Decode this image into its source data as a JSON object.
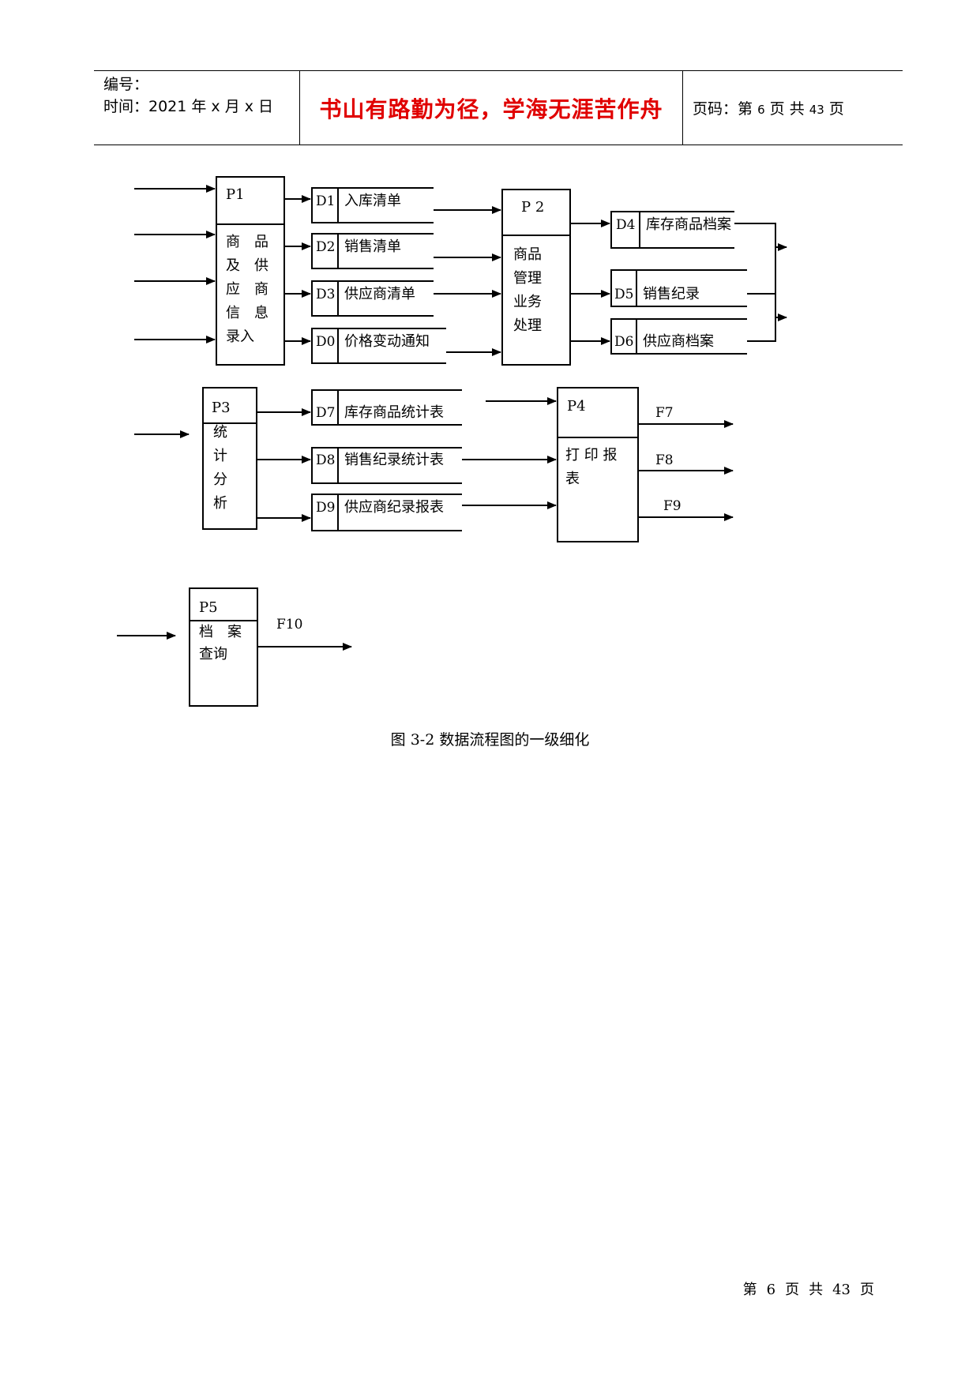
{
  "header": {
    "number_label": "编号：",
    "time_label": "时间：2021 年 x 月 x 日",
    "motto": "书山有路勤为径，学海无涯苦作舟",
    "page_prefix": "页码：第",
    "page_current": "6",
    "page_mid": "页  共",
    "page_total": "43",
    "page_suffix": "页"
  },
  "diagram": {
    "processes": [
      {
        "id": "P1",
        "lines": [
          "商　品",
          "及　供",
          "应　商",
          "信　息",
          "录入"
        ]
      },
      {
        "id": "P 2",
        "lines": [
          "商品",
          "管理",
          "业务",
          "处理"
        ]
      },
      {
        "id": "P3",
        "lines": [
          "统",
          "计",
          "分",
          "析"
        ]
      },
      {
        "id": "P4",
        "lines": [
          "打 印 报",
          "表"
        ]
      },
      {
        "id": "P5",
        "lines": [
          "档　案",
          "查询"
        ]
      }
    ],
    "stores": [
      {
        "id": "D1",
        "name": "入库清单"
      },
      {
        "id": "D2",
        "name": "销售清单"
      },
      {
        "id": "D3",
        "name": "供应商清单"
      },
      {
        "id": "D0",
        "name": "价格变动通知"
      },
      {
        "id": "D4",
        "name": "库存商品档案"
      },
      {
        "id": "D5",
        "name": "销售纪录"
      },
      {
        "id": "D6",
        "name": "供应商档案"
      },
      {
        "id": "D7",
        "name": "库存商品统计表"
      },
      {
        "id": "D8",
        "name": "销售纪录统计表"
      },
      {
        "id": "D9",
        "name": "供应商纪录报表"
      }
    ],
    "flows": [
      "F7",
      "F8",
      "F9",
      "F10"
    ]
  },
  "caption": "图 3-2 数据流程图的一级细化",
  "footer": {
    "prefix": "第",
    "current": "6",
    "mid1": "页",
    "mid2": "共",
    "total": "43",
    "suffix": "页"
  }
}
